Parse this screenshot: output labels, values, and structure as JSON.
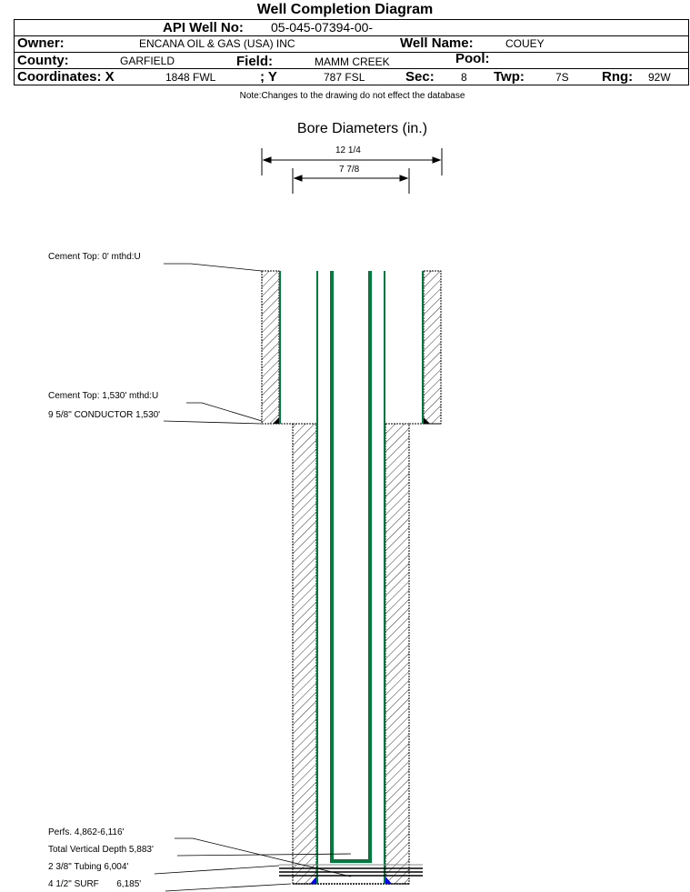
{
  "title": "Well Completion Diagram",
  "header": {
    "api_label": "API Well No:",
    "api_value": "05-045-07394-00-",
    "owner_label": "Owner:",
    "owner_value": "ENCANA OIL & GAS (USA) INC",
    "well_name_label": "Well Name:",
    "well_name_value": "COUEY",
    "county_label": "County:",
    "county_value": "GARFIELD",
    "field_label": "Field:",
    "field_value": "MAMM CREEK",
    "pool_label": "Pool:",
    "coord_x_label": "Coordinates: X",
    "coord_x_value": "1848 FWL",
    "coord_y_label": "; Y",
    "coord_y_value": "787 FSL",
    "sec_label": "Sec:",
    "sec_value": "8",
    "twp_label": "Twp:",
    "twp_value": "7S",
    "rng_label": "Rng:",
    "rng_value": "92W"
  },
  "note": "Note:Changes to the drawing do not effect the database",
  "bore_title": "Bore Diameters (in.)",
  "bore_diameters": [
    "12 1/4",
    "7 7/8"
  ],
  "annotations": {
    "cement_top_1": "Cement Top: 0' mthd:U",
    "cement_top_2": "Cement Top: 1,530' mthd:U",
    "conductor": "9 5/8\" CONDUCTOR  1,530'",
    "perfs": "Perfs. 4,862-6,116'",
    "tvd": "Total Vertical Depth 5,883'",
    "tubing": "2 3/8\" Tubing 6,004'",
    "surf": "4 1/2\" SURF       6,185'"
  },
  "colors": {
    "casing": "#007a3d",
    "cement_shoe": "#0000ff"
  }
}
